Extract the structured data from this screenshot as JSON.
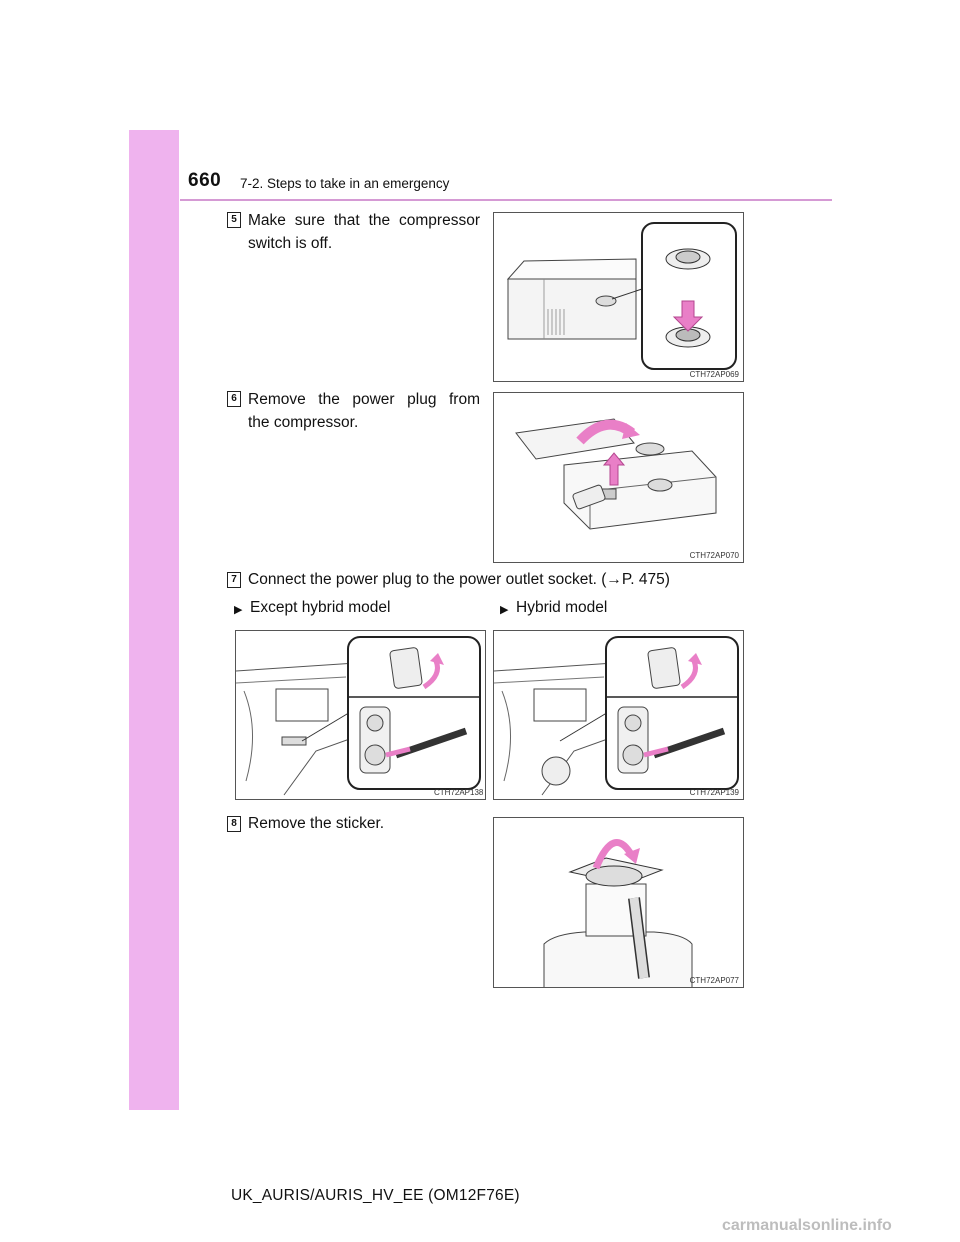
{
  "header": {
    "page_number": "660",
    "section_title": "7-2. Steps to take in an emergency"
  },
  "steps": [
    {
      "number": "5",
      "text_line1": "Make  sure  that  the  compressor",
      "text_line2": "switch is off.",
      "figure_code": "CTH72AP069"
    },
    {
      "number": "6",
      "text_line1": "Remove  the  power  plug  from",
      "text_line2": "the compressor.",
      "figure_code": "CTH72AP070"
    },
    {
      "number": "7",
      "text": "Connect the power plug to the power outlet socket. (→P. 475)",
      "variants": [
        {
          "label": "Except hybrid model",
          "figure_code": "CTH72AP138"
        },
        {
          "label": "Hybrid model",
          "figure_code": "CTH72AP139"
        }
      ]
    },
    {
      "number": "8",
      "text": "Remove the sticker.",
      "figure_code": "CTH72AP077"
    }
  ],
  "footer": {
    "text": "UK_AURIS/AURIS_HV_EE (OM12F76E)"
  },
  "watermark": "carmanualsonline.info",
  "icons": {
    "variant_marker": "triangle-right-icon",
    "arrow": "pink-arrow-icon"
  },
  "colors": {
    "accent": "#efb3ee",
    "arrow": "#e97fc7",
    "rule": "#d59ad4"
  }
}
